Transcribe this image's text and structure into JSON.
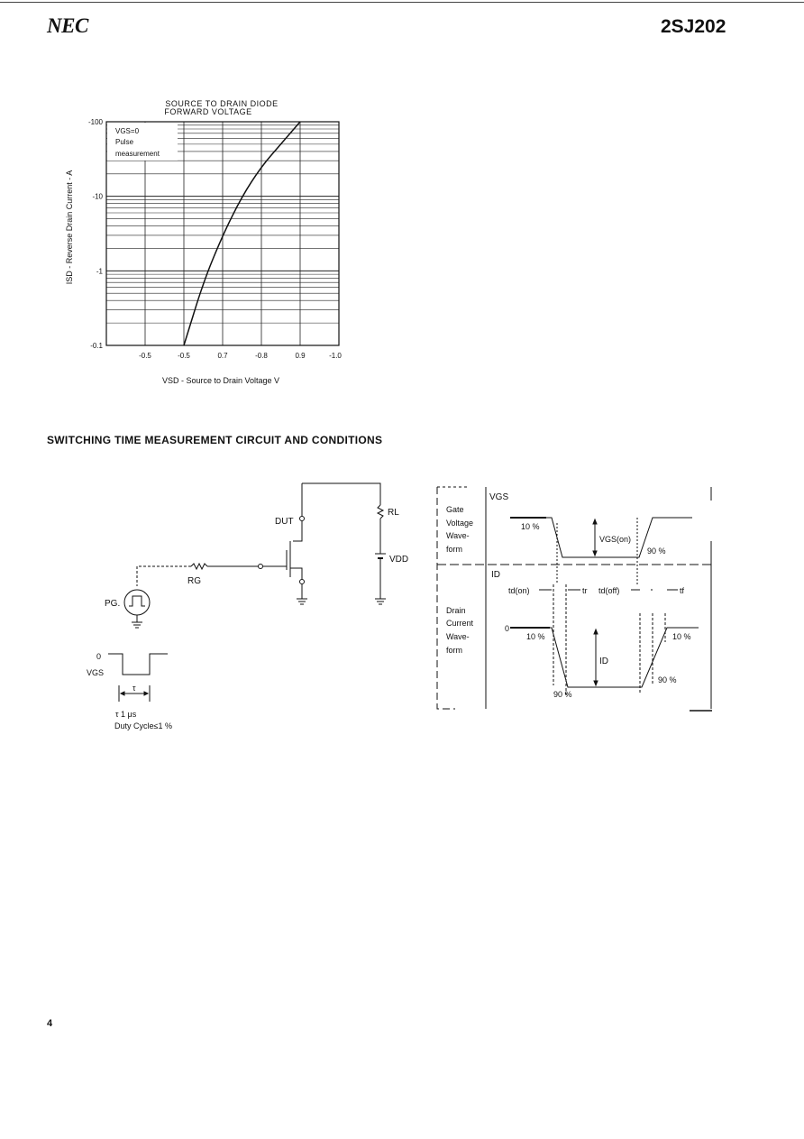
{
  "header": {
    "brand": "NEC",
    "part_number": "2SJ202"
  },
  "chart_data": {
    "type": "line",
    "title": "SOURCE TO DRAIN DIODE FORWARD VOLTAGE",
    "title_line1": "SOURCE TO DRAIN DIODE",
    "title_line2": "FORWARD VOLTAGE",
    "xlabel": "VSD - Source to Drain Voltage   V",
    "ylabel": "ISD - Reverse Drain Current - A",
    "x_scale": "linear",
    "y_scale": "log",
    "xlim": [
      -0.4,
      -1.0
    ],
    "ylim": [
      -0.1,
      -100
    ],
    "x_tick_labels": [
      "-0.5",
      "-0.5",
      "0.7",
      "-0.8",
      "0.9",
      "-1.0"
    ],
    "y_tick_labels": [
      "-100",
      "-10",
      "-1",
      "-0.1"
    ],
    "annotation": {
      "line1": "VGS=0",
      "line2": "Pulse",
      "line3": "measurement"
    },
    "series": [
      {
        "x": [
          -0.6,
          -0.65,
          -0.7,
          -0.75,
          -0.8,
          -0.85,
          -0.9
        ],
        "y": [
          -0.1,
          -0.7,
          -3.0,
          -10,
          -25,
          -50,
          -100
        ]
      }
    ]
  },
  "section": {
    "title": "SWITCHING TIME MEASUREMENT CIRCUIT AND CONDITIONS"
  },
  "circuit": {
    "dut": "DUT",
    "rl": "RL",
    "vdd": "VDD",
    "rg": "RG",
    "pg": "PG.",
    "zero": "0",
    "vgs": "VGS",
    "tau": "τ",
    "cond1": "τ  1 μs",
    "cond2": "Duty Cycle≤1 %"
  },
  "waveforms": {
    "gate_l1": "Gate",
    "gate_l2": "Voltage",
    "gate_l3": "Wave-",
    "gate_l4": "form",
    "drain_l1": "Drain",
    "drain_l2": "Current",
    "drain_l3": "Wave-",
    "drain_l4": "form",
    "vgs": "VGS",
    "vgs_on": "VGS(on)",
    "id_axis": "ID",
    "id_label": "ID",
    "zero": "0",
    "p10_gate": "10 %",
    "p90_gate": "90 %",
    "p10_left": "10 %",
    "p10_right": "10 %",
    "p90_left": "90 %",
    "p90_right": "90 %",
    "td_on": "td(on)",
    "tr": "tr",
    "td_off": "td(off)",
    "tf": "tf"
  },
  "footer": {
    "page": "4"
  }
}
